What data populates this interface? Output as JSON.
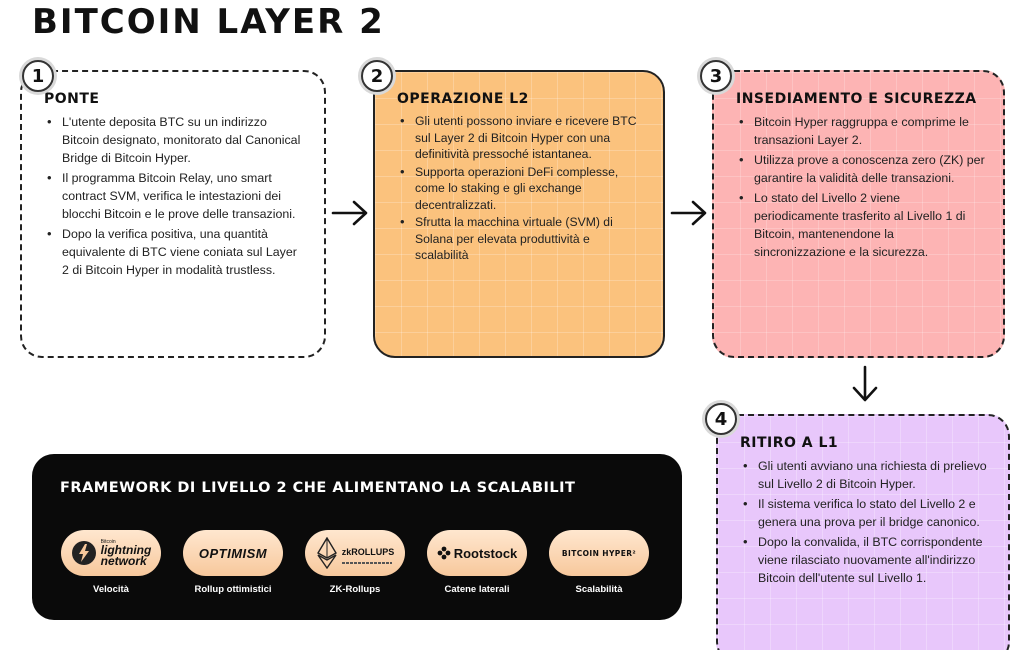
{
  "title": "BITCOIN LAYER 2",
  "steps": [
    {
      "number": "1",
      "heading": "PONTE",
      "bullets": [
        "L'utente deposita BTC su un indirizzo Bitcoin designato, monitorato dal Canonical Bridge di Bitcoin Hyper.",
        "Il programma Bitcoin Relay, uno smart contract SVM, verifica le intestazioni dei blocchi Bitcoin e le prove delle transazioni.",
        "Dopo la verifica positiva, una quantità equivalente di BTC viene coniata sul Layer 2 di Bitcoin Hyper in modalità trustless."
      ]
    },
    {
      "number": "2",
      "heading": "OPERAZIONE L2",
      "bullets": [
        "Gli utenti possono inviare e ricevere BTC sul Layer 2 di Bitcoin Hyper con una definitività pressoché istantanea.",
        "Supporta operazioni DeFi complesse, come lo staking e gli exchange decentralizzati.",
        "Sfrutta la macchina virtuale (SVM) di Solana per elevata produttività e scalabilità"
      ]
    },
    {
      "number": "3",
      "heading": "INSEDIAMENTO E SICUREZZA",
      "bullets": [
        "Bitcoin Hyper raggruppa e comprime le transazioni Layer 2.",
        "Utilizza prove a conoscenza zero (ZK) per garantire la validità delle transazioni.",
        "Lo stato del Livello 2 viene periodicamente trasferito al Livello 1 di Bitcoin, mantenendone la sincronizzazione e la sicurezza."
      ]
    },
    {
      "number": "4",
      "heading": "RITIRO A L1",
      "bullets": [
        "Gli utenti avviano una richiesta di prelievo sul Livello 2 di Bitcoin Hyper.",
        "Il sistema verifica lo stato del Livello 2 e genera una prova per il bridge canonico.",
        "Dopo la convalida, il BTC corrispondente viene rilasciato nuovamente all'indirizzo Bitcoin dell'utente sul Livello 1."
      ]
    }
  ],
  "framework": {
    "title": "FRAMEWORK DI LIVELLO 2 CHE ALIMENTANO LA SCALABILIT",
    "items": [
      {
        "logo_small": "Bitcoin",
        "logo_line1": "lightning",
        "logo_line2": "network",
        "caption": "Velocità"
      },
      {
        "logo": "OPTIMISM",
        "caption": "Rollup ottimistici"
      },
      {
        "logo": "zkROLLUPS",
        "caption": "ZK-Rollups"
      },
      {
        "logo": "Rootstock",
        "caption": "Catene laterali"
      },
      {
        "logo": "BITCOIN HYPER²",
        "caption": "Scalabilità"
      }
    ]
  },
  "colors": {
    "step2": "#fbc27d",
    "step3": "#fdb4b4",
    "step4": "#e8c7fb",
    "framework_bg": "#0a0a0a",
    "pill": "#f7c89c"
  },
  "icons": [
    "arrow-right-icon",
    "arrow-down-icon",
    "lightning-bolt-icon",
    "ethereum-diamond-icon",
    "rootstock-flower-icon"
  ]
}
